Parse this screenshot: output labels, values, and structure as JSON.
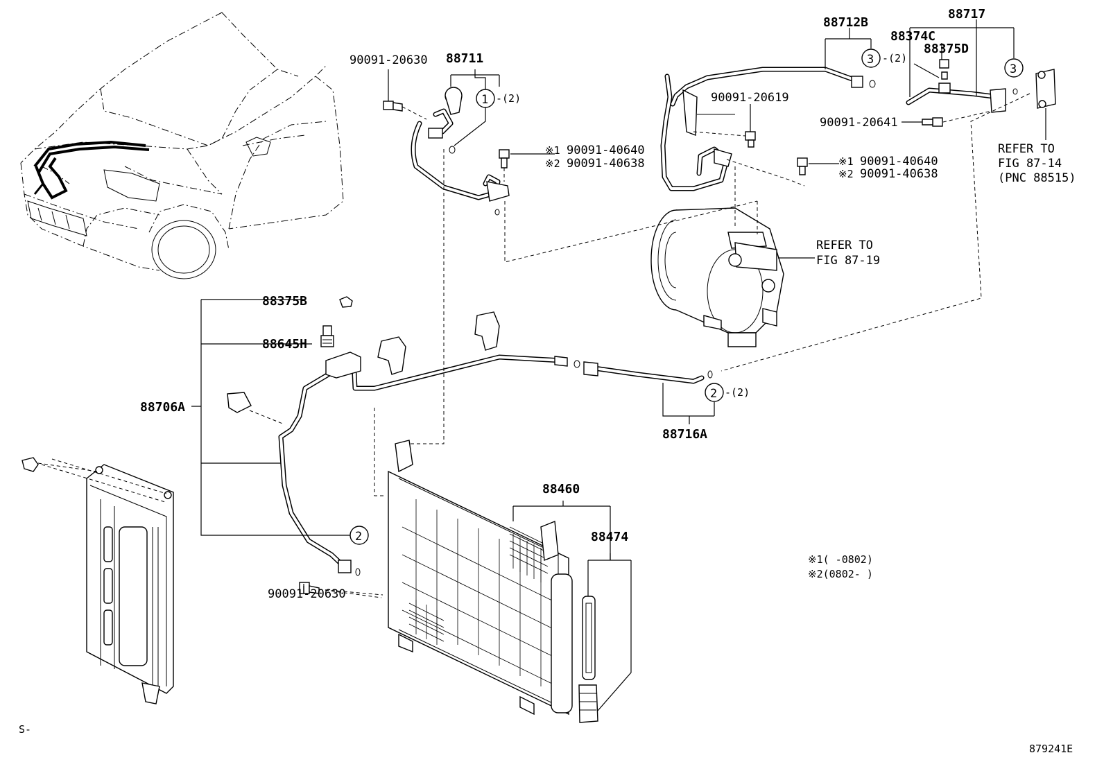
{
  "labels": {
    "p88711": "88711",
    "p88712b": "88712B",
    "p88717": "88717",
    "p88374c": "88374C",
    "p88375d": "88375D",
    "p90091_20630_top": "90091-20630",
    "p90091_20619": "90091-20619",
    "p90091_20641": "90091-20641",
    "s1_40640_a_mark": "※1",
    "s1_40640_a": "90091-40640",
    "s2_40638_a_mark": "※2",
    "s2_40638_a": "90091-40638",
    "s1_40640_b_mark": "※1",
    "s1_40640_b": "90091-40640",
    "s2_40638_b_mark": "※2",
    "s2_40638_b": "90091-40638",
    "refer_87_14_l1": "REFER TO",
    "refer_87_14_l2": "FIG 87-14",
    "refer_87_14_l3": "(PNC 88515)",
    "refer_87_19_l1": "REFER TO",
    "refer_87_19_l2": "FIG 87-19",
    "p88375b": "88375B",
    "p88645h": "88645H",
    "p88706a": "88706A",
    "p88716a": "88716A",
    "p88460": "88460",
    "p88474": "88474",
    "p90091_20630_bottom": "90091-20630",
    "note1": "※1(    -0802)",
    "note2": "※2(0802-    )",
    "corner_left": "S-",
    "figure_id": "879241E"
  },
  "callouts": {
    "c1_num": "1",
    "c1_qty": "-(2)",
    "c2_num": "2",
    "c2_qty": "-(2)",
    "c2b_num": "2",
    "c3_num": "3",
    "c3_qty": "-(2)",
    "c3b_num": "3"
  }
}
